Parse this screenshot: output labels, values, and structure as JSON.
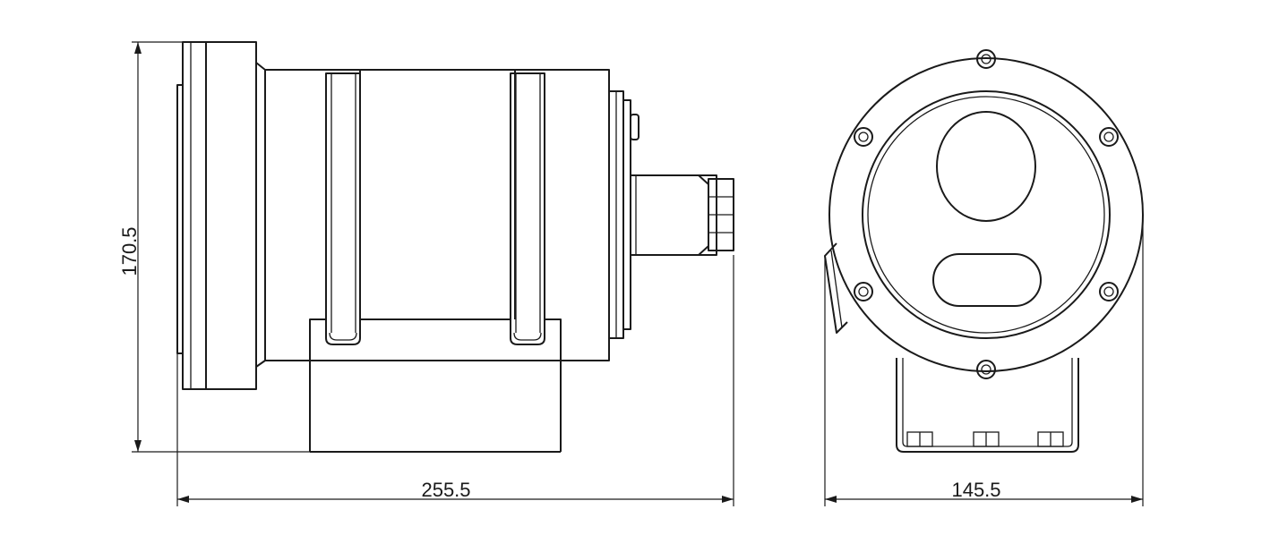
{
  "drawing": {
    "dimensions": {
      "height_label": "170.5",
      "length_label": "255.5",
      "width_label": "145.5"
    },
    "colors": {
      "line": "#1a1a1a",
      "background": "#ffffff"
    }
  }
}
